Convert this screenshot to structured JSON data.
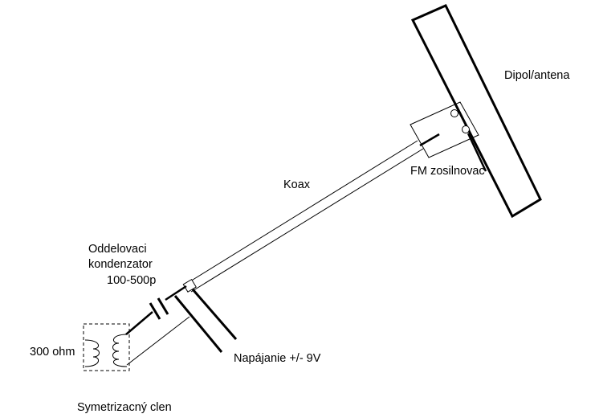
{
  "labels": {
    "antenna": "Dipol/antena",
    "amplifier": "FM zosilnovac",
    "coax": "Koax",
    "capacitor_line1": "Oddelovaci",
    "capacitor_line2": "kondenzator",
    "capacitor_value": "100-500p",
    "impedance": "300 ohm",
    "power": "Napájanie +/- 9V",
    "balun": "Symetrizacný clen"
  },
  "colors": {
    "line": "#000000",
    "background": "#ffffff"
  }
}
